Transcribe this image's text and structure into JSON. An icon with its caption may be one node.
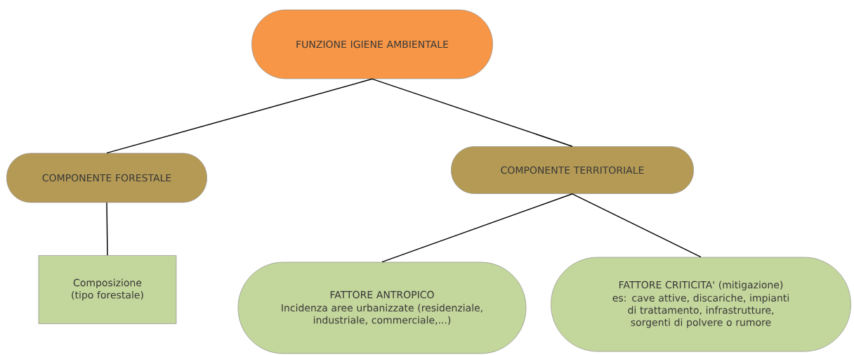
{
  "diagram": {
    "nodes": [
      {
        "text": [
          "FUNZIONE IGIENE AMBIENTALE"
        ]
      },
      {
        "text": [
          "COMPONENTE FORESTALE"
        ]
      },
      {
        "text": [
          "COMPONENTE TERRITORIALE"
        ]
      },
      {
        "text": [
          "Composizione (tipo forestale)"
        ]
      },
      {
        "text": [
          "FATTORE ANTROPICO",
          "Incidenza aree urbanizzate (residenziale, industriale, commerciale,...)"
        ]
      },
      {
        "text": [
          "FATTORE CRITICITA' (mitigazione)",
          "es: cave attive, discariche, impianti di trattamento, infrastrutture, sorgenti di polvere o rumore"
        ]
      }
    ],
    "edges": [
      {
        "from": 0,
        "to": 1,
        "arrow": "none"
      },
      {
        "from": 0,
        "to": 2,
        "arrow": "none"
      },
      {
        "from": 1,
        "to": 3,
        "arrow": "none"
      },
      {
        "from": 2,
        "to": 4,
        "arrow": "none"
      },
      {
        "from": 2,
        "to": 5,
        "arrow": "none"
      }
    ]
  }
}
